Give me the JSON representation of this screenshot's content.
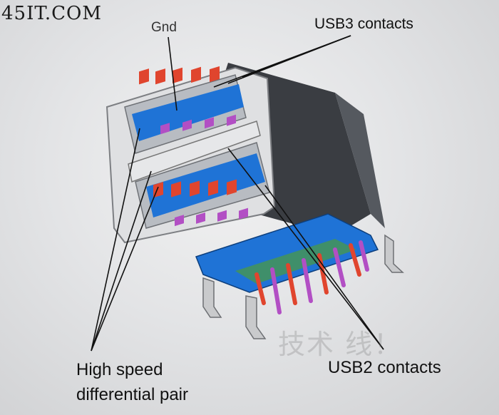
{
  "watermark": {
    "site": "45IT.COM",
    "cn": "技术 线！"
  },
  "labels": {
    "gnd": "Gnd",
    "usb3": "USB3 contacts",
    "high_speed_line1": "High speed",
    "high_speed_line2": "differential pair",
    "usb2": "USB2 contacts"
  },
  "colors": {
    "usb3_contact": "#e0452e",
    "usb2_contact": "#b24fc4",
    "insulator": "#1f73d6",
    "shell": "#3a3d42",
    "pcb": "#3f8f6a"
  }
}
